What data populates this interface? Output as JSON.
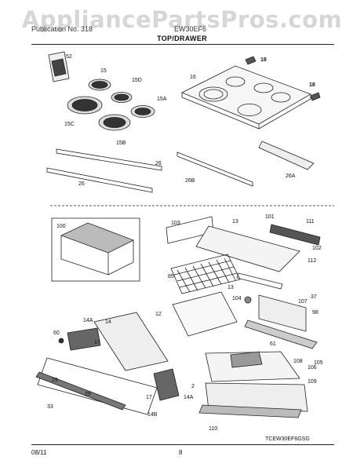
{
  "watermark": "AppliancePartsPros.com",
  "header": {
    "publication": "Publication No. 318",
    "model": "EW30EF6"
  },
  "section_title": "TOP/DRAWER",
  "callouts": [
    "52",
    "15",
    "15D",
    "15A",
    "15C",
    "15B",
    "26",
    "26",
    "16",
    "18",
    "18",
    "26B",
    "26A",
    "100",
    "103",
    "13",
    "101",
    "111",
    "85",
    "102",
    "112",
    "13",
    "12",
    "104",
    "37",
    "107",
    "60",
    "14A",
    "17",
    "14",
    "98",
    "105",
    "61",
    "108",
    "106",
    "29",
    "29",
    "17",
    "33",
    "14A",
    "14B",
    "2",
    "109",
    "110"
  ],
  "diagram_code": "TCEW30EF6GSG",
  "footer": {
    "date": "08/11",
    "page": "8"
  }
}
